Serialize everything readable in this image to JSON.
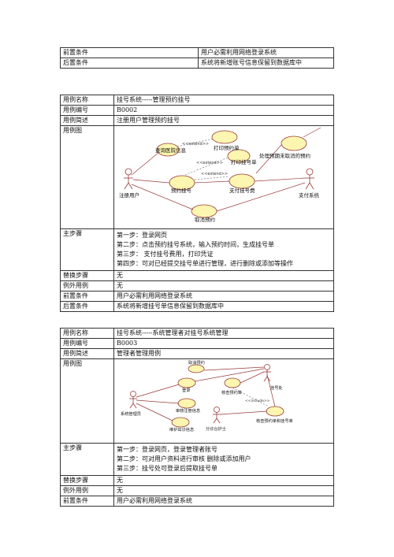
{
  "table1": {
    "rows": [
      {
        "label": "前置条件",
        "value": "用户必需利用网络登录系统"
      },
      {
        "label": "后置条件",
        "value": "系统将新增账号信息保留到数据库中"
      }
    ]
  },
  "table2": {
    "name_label": "用例名称",
    "name_value": "挂号系统-----管理预约挂号",
    "id_label": "用例编号",
    "id_value": "B0002",
    "desc_label": "用例简述",
    "desc_value": "注册用户管理预约挂号",
    "diagram_label": "用例图",
    "diagram": {
      "actor_user": "注册用户",
      "actor_pay": "支付系统",
      "uc_query": "查询医院信息",
      "uc_print": "打印预约单",
      "uc_print_reg": "打印挂号单",
      "uc_handle": "处理预期未取消的预约",
      "uc_reserve": "预约挂号",
      "uc_payfee": "支付挂号费",
      "uc_cancel": "取消预约",
      "extend1": "<<extend>>",
      "extend2": "<<extend>>",
      "extend3": "<<extend>>"
    },
    "main_label": "主步骤",
    "steps": [
      "第一步：登录网页",
      "第二步：点击预约挂号系统，输入预约时间，生成挂号单",
      "第三步：  支付挂号费用，打印凭证",
      "第四步：可对已经提交挂号单进行管理，进行删除或添加等操作"
    ],
    "alt_label": "替换步骤",
    "alt_value": "无",
    "exc_label": "例外用例",
    "exc_value": "无",
    "pre_label": "前置条件",
    "pre_value": "用户必需利用网络登录系统",
    "post_label": "后置条件",
    "post_value": "系统将新增挂号单信息保留到数据库中"
  },
  "table3": {
    "name_label": "用例名称",
    "name_value": "挂号系统-----系统管理者对挂号系统管理",
    "id_label": "用例编号",
    "id_value": "B0003",
    "desc_label": "用例简述",
    "desc_value": "管理者管理用例",
    "diagram_label": "用例图",
    "diagram": {
      "actor_admin": "系统管理员",
      "actor_office": "挂号处",
      "actor_nurse": "分诊台护士",
      "uc_cancel": "取消预约",
      "uc_login": "登录",
      "uc_check_reserve": "核查预约单",
      "uc_review": "审核注册信息",
      "uc_check_both": "核查预约单和挂号单",
      "uc_maintain": "维护出诊信息",
      "include": "<<include>>"
    },
    "main_label": "主步骤",
    "steps": [
      "第一步：登录网页，登录管理者账号",
      "第二步：可对用户资料进行审核  删除或添加用户",
      "第三步：挂号处可登录后提取挂号单"
    ],
    "alt_label": "替换步骤",
    "alt_value": "无",
    "exc_label": "例外用例",
    "exc_value": "无",
    "pre_label": "前置条件",
    "pre_value": "用户必需利用网络登录系统"
  }
}
